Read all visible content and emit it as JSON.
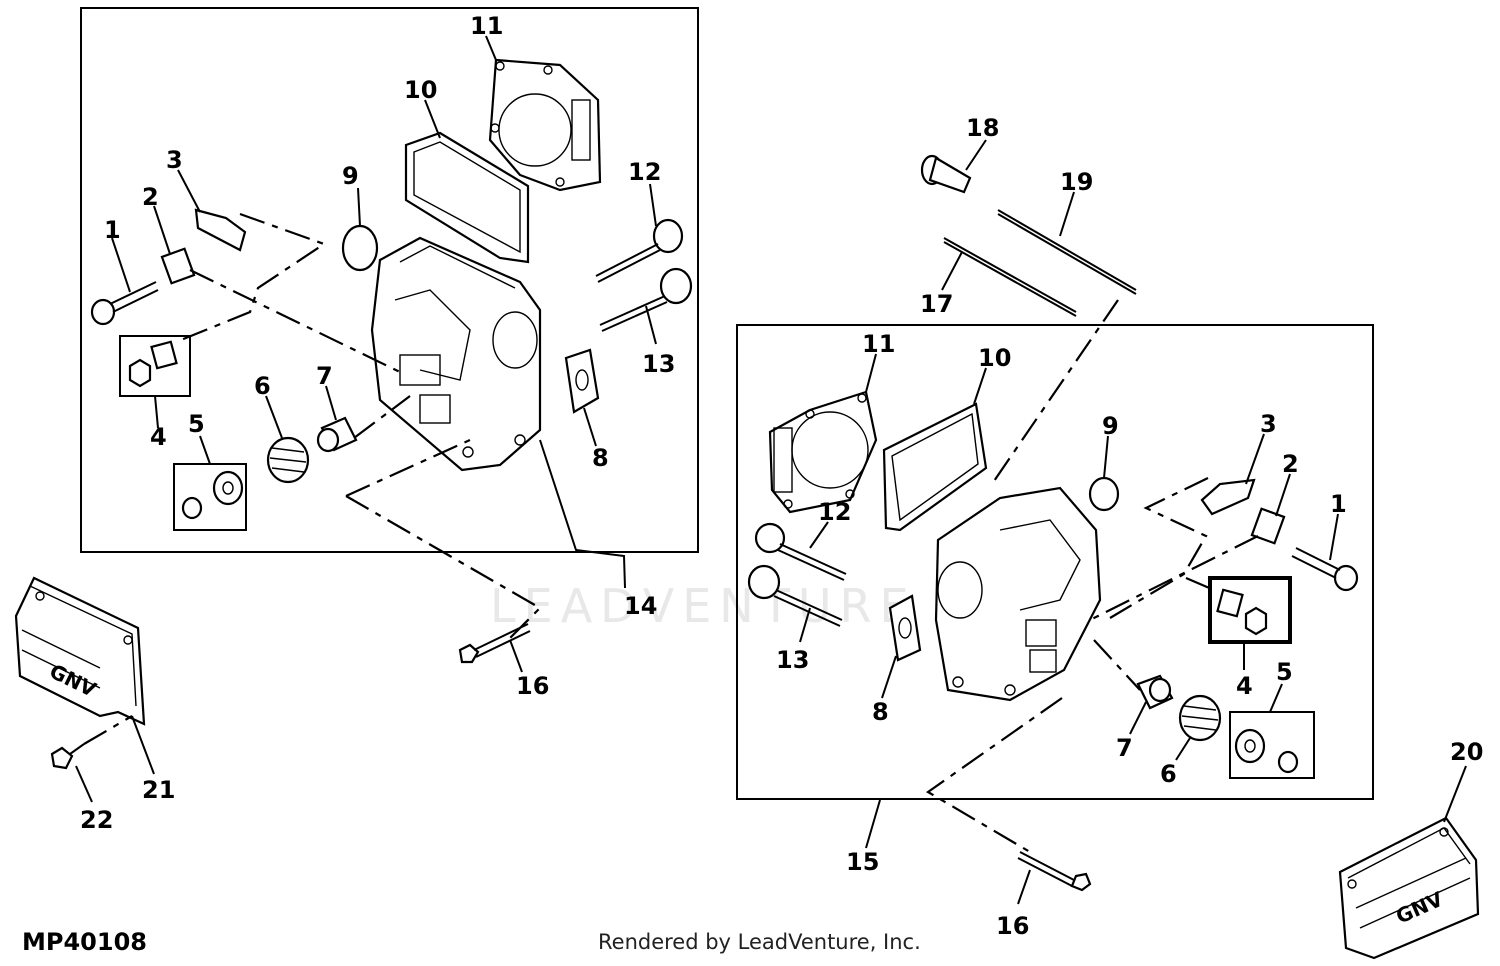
{
  "diagram": {
    "figure_code": "MP40108",
    "credit": "Rendered by LeadVenture, Inc.",
    "watermark": "LEADVENTURE",
    "callouts": {
      "left": {
        "c1": "1",
        "c2": "2",
        "c3": "3",
        "c4": "4",
        "c5": "5",
        "c6": "6",
        "c7": "7",
        "c8": "8",
        "c9": "9",
        "c10": "10",
        "c11": "11",
        "c12": "12",
        "c13": "13",
        "c14": "14",
        "c16": "16"
      },
      "right": {
        "c1": "1",
        "c2": "2",
        "c3": "3",
        "c4": "4",
        "c5": "5",
        "c6": "6",
        "c7": "7",
        "c8": "8",
        "c9": "9",
        "c10": "10",
        "c11": "11",
        "c12": "12",
        "c13": "13",
        "c15": "15",
        "c16": "16"
      },
      "misc": {
        "c17": "17",
        "c18": "18",
        "c19": "19",
        "c20": "20",
        "c21": "21",
        "c22": "22"
      }
    },
    "cover_logo_text": "GNV"
  }
}
